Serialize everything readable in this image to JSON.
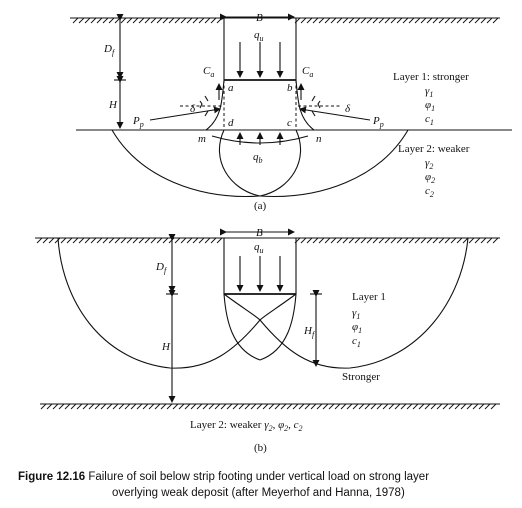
{
  "diagram_a": {
    "width_label": "B",
    "load_label": "q",
    "load_sub": "u",
    "depth_label": "D",
    "depth_sub": "f",
    "thickness_label": "H",
    "adhesion_label": "C",
    "adhesion_sub": "a",
    "passive_label": "P",
    "passive_sub": "p",
    "angle_label": "δ",
    "point_a": "a",
    "point_b": "b",
    "point_c": "c",
    "point_d": "d",
    "point_m": "m",
    "point_n": "n",
    "base_pressure_label": "q",
    "base_pressure_sub": "b",
    "layer1_title": "Layer 1: stronger",
    "layer1_gamma": "γ",
    "layer1_phi": "φ",
    "layer1_c": "c",
    "layer1_sub": "1",
    "layer2_title": "Layer 2: weaker",
    "layer2_gamma": "γ",
    "layer2_phi": "φ",
    "layer2_c": "c",
    "layer2_sub": "2",
    "panel_label": "(a)"
  },
  "diagram_b": {
    "width_label": "B",
    "load_label": "q",
    "load_sub": "u",
    "depth_label": "D",
    "depth_sub": "f",
    "thickness_label": "H",
    "failure_depth_label": "H",
    "failure_depth_sub": "f",
    "layer1_title": "Layer 1",
    "layer1_gamma": "γ",
    "layer1_phi": "φ",
    "layer1_c": "c",
    "layer1_sub": "1",
    "stronger_label": "Stronger",
    "layer2_text": "Layer 2: weaker",
    "layer2_gamma": "γ",
    "layer2_phi": "φ",
    "layer2_c": "c",
    "layer2_sub": "2",
    "comma": ",",
    "panel_label": "(b)"
  },
  "caption": {
    "figure_number": "Figure 12.16",
    "line1": "Failure of soil below strip footing under vertical load on strong layer",
    "line2": "overlying weak deposit (after Meyerhof and Hanna, 1978)"
  }
}
